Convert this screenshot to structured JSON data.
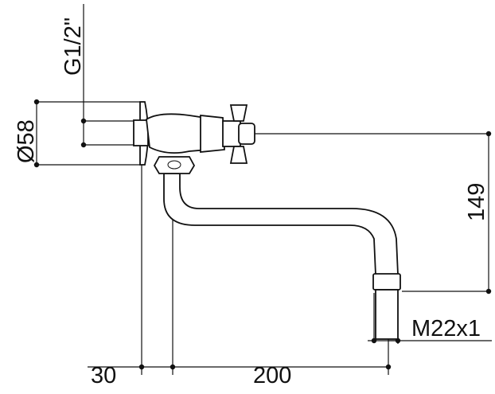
{
  "diagram": {
    "dimensions": {
      "thread": "G1/2\"",
      "flange_diameter": "Ø58",
      "height": "149",
      "outlet_thread": "M22x1",
      "wall_offset": "30",
      "spout_length": "200"
    },
    "colors": {
      "line": "#111111",
      "background": "#ffffff"
    }
  }
}
